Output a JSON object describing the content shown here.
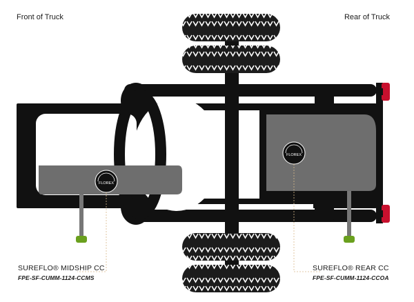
{
  "labels": {
    "front": "Front of Truck",
    "rear": "Rear of Truck"
  },
  "products": [
    {
      "name": "SUREFLO® MIDSHIP CC",
      "part": "FPE-SF-CUMM-1124-CCMS"
    },
    {
      "name": "SUREFLO® REAR CC",
      "part": "FPE-SF-CUMM-1124-CCOA"
    }
  ],
  "logo_text": "FLOREX",
  "colors": {
    "chassis": "#111111",
    "tank": "#6e6e6e",
    "tire": "#1c1c1c",
    "tread": "#ffffff",
    "fitting": "#6aa01e",
    "light": "#c8102e",
    "leader": "#d9b98a"
  }
}
